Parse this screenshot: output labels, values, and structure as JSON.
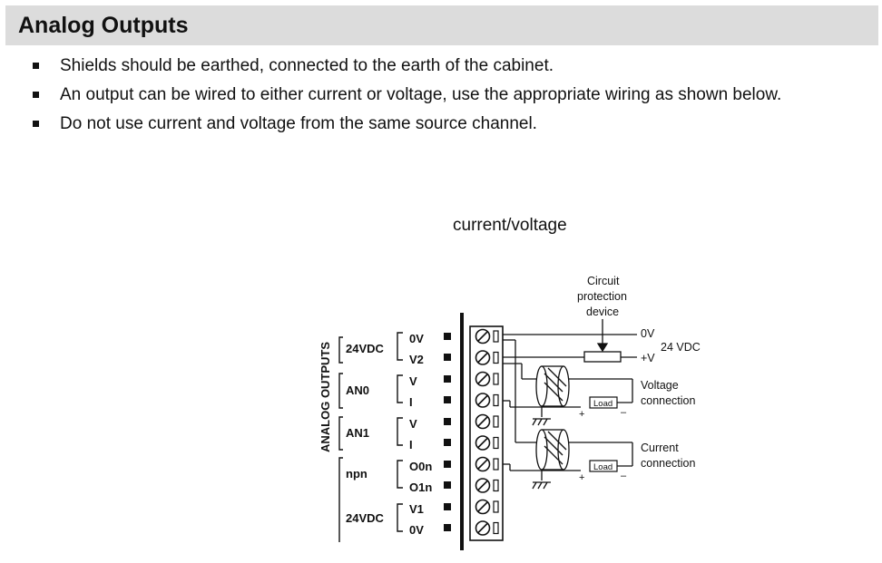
{
  "header": {
    "title": "Analog Outputs"
  },
  "bullets": [
    "Shields should be earthed, connected to the earth of the cabinet.",
    "An output can be wired to either current or voltage, use the appropriate wiring as shown below.",
    "Do not use current and voltage from the same source channel."
  ],
  "diagram": {
    "caption": "current/voltage",
    "side_label": "ANALOG OUTPUTS",
    "groups": [
      "24VDC",
      "AN0",
      "AN1",
      "npn",
      "24VDC"
    ],
    "pins": [
      "0V",
      "V2",
      "V",
      "I",
      "V",
      "I",
      "O0n",
      "O1n",
      "V1",
      "0V"
    ],
    "annotations": {
      "device_line1": "Circuit",
      "device_line2": "protection",
      "device_line3": "device",
      "zero_v": "0V",
      "plus_v": "+V",
      "supply": "24 VDC",
      "voltage_line1": "Voltage",
      "voltage_line2": "connection",
      "current_line1": "Current",
      "current_line2": "connection",
      "load": "Load",
      "plus": "+",
      "minus": "–"
    }
  }
}
